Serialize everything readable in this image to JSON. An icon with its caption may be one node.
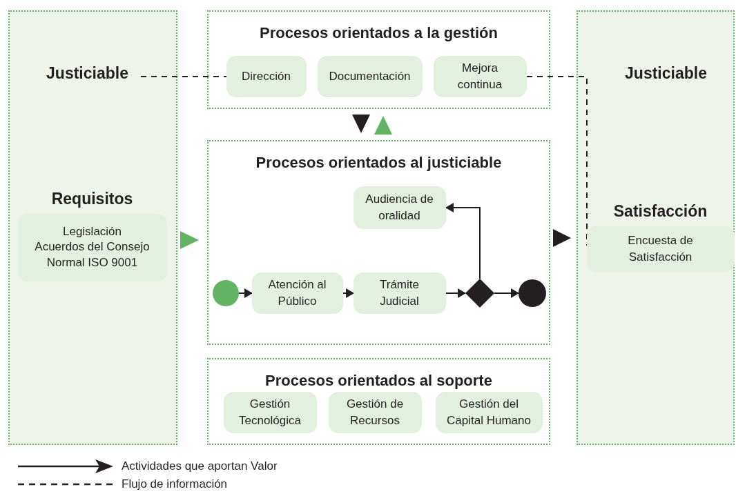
{
  "diagram": {
    "nodes": [
      {
        "text": [],
        "shape": "box"
      },
      {
        "text": [
          "Justiciable"
        ],
        "in": 0
      },
      {
        "text": [
          "Requisitos",
          "Legislación",
          "Acuerdos del Consejo",
          "Normal ISO 9001"
        ],
        "in": 0
      },
      {
        "text": [
          "Procesos orientados a la gestión"
        ]
      },
      {
        "text": [
          "Dirección"
        ],
        "in": 3
      },
      {
        "text": [
          "Documentación"
        ],
        "in": 3
      },
      {
        "text": [
          "Mejora continua"
        ],
        "in": 3
      },
      {
        "text": [
          "Procesos orientados al justiciable"
        ]
      },
      {
        "text": [
          "Audiencia de oralidad"
        ],
        "in": 7
      },
      {
        "text": [],
        "shape": "circle",
        "in": 7
      },
      {
        "text": [
          "Atención al Público"
        ],
        "in": 7
      },
      {
        "text": [
          "Trámite Judicial"
        ],
        "in": 7
      },
      {
        "text": [],
        "shape": "diamond",
        "in": 7
      },
      {
        "text": [],
        "shape": "circle",
        "in": 7
      },
      {
        "text": [
          "Procesos orientados al soporte"
        ]
      },
      {
        "text": [
          "Gestión Tecnológica"
        ],
        "in": 14
      },
      {
        "text": [
          "Gestión de Recursos"
        ],
        "in": 14
      },
      {
        "text": [
          "Gestión del Capital Humano"
        ],
        "in": 14
      },
      {
        "text": [],
        "shape": "box"
      },
      {
        "text": [
          "Justiciable"
        ],
        "in": 18
      },
      {
        "text": [
          "Satisfacción",
          "Encuesta de Satisfacción"
        ],
        "in": 18
      }
    ],
    "edges": [
      {
        "from": 1,
        "to": 4,
        "arrow": "none",
        "style": "dashed"
      },
      {
        "from": 6,
        "to": 20,
        "arrow": "none",
        "style": "dashed"
      },
      {
        "from": 3,
        "to": 7,
        "arrow": "to"
      },
      {
        "from": 7,
        "to": 3,
        "arrow": "to",
        "color": "#62b363"
      },
      {
        "from": 0,
        "to": 7,
        "arrow": "to",
        "color": "#62b363"
      },
      {
        "from": 7,
        "to": 18,
        "arrow": "to"
      },
      {
        "from": 9,
        "to": 10,
        "arrow": "to"
      },
      {
        "from": 10,
        "to": 11,
        "arrow": "to"
      },
      {
        "from": 11,
        "to": 12,
        "arrow": "to"
      },
      {
        "from": 12,
        "to": 13,
        "arrow": "to"
      },
      {
        "from": 12,
        "to": 8,
        "arrow": "to"
      }
    ],
    "legend": [
      {
        "text": "Actividades que aportan Valor"
      },
      {
        "text": "Flujo de información"
      }
    ]
  }
}
